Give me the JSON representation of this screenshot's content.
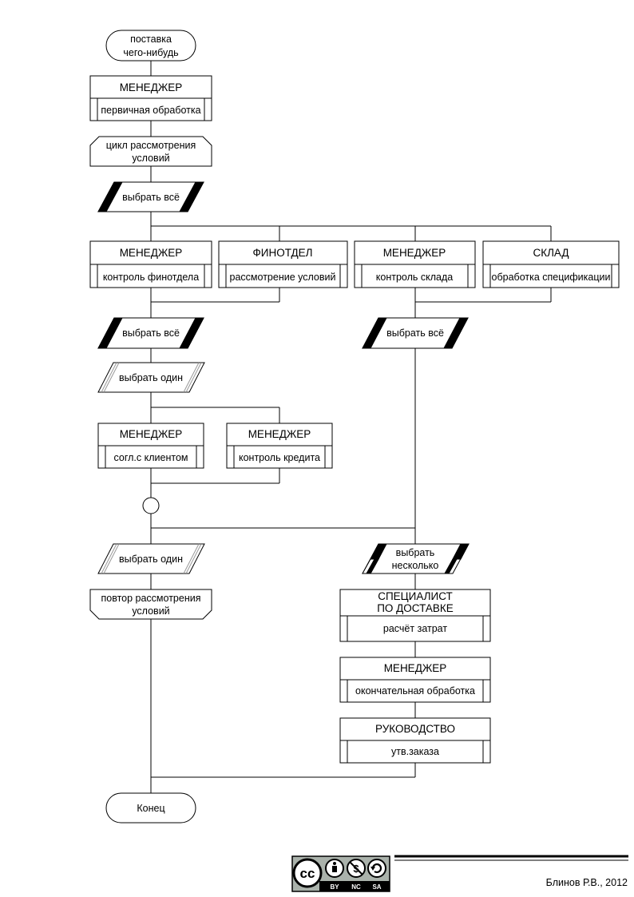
{
  "start": {
    "line1": "поставка",
    "line2": "чего-нибудь"
  },
  "block1": {
    "actor": "МЕНЕДЖЕР",
    "action": "первичная обработка"
  },
  "loop_start": {
    "line1": "цикл рассмотрения",
    "line2": "условий"
  },
  "select_all_1": "выбрать всё",
  "parallel_blocks": [
    {
      "actor": "МЕНЕДЖЕР",
      "action": "контроль финотдела"
    },
    {
      "actor": "ФИНОТДЕЛ",
      "action": "рассмотрение условий"
    },
    {
      "actor": "МЕНЕДЖЕР",
      "action": "контроль склада"
    },
    {
      "actor": "СКЛАД",
      "action": "обработка спецификации"
    }
  ],
  "select_all_2": "выбрать всё",
  "select_all_3": "выбрать всё",
  "select_one_1": "выбрать один",
  "choice_blocks": [
    {
      "actor": "МЕНЕДЖЕР",
      "action": "согл.с клиентом"
    },
    {
      "actor": "МЕНЕДЖЕР",
      "action": "контроль кредита"
    }
  ],
  "select_one_2": "выбрать один",
  "select_several": {
    "line1": "выбрать",
    "line2": "несколько"
  },
  "loop_end": {
    "line1": "повтор рассмотрения",
    "line2": "условий"
  },
  "delivery_block": {
    "actor_line1": "СПЕЦИАЛИСТ",
    "actor_line2": "ПО ДОСТАВКЕ",
    "action": "расчёт затрат"
  },
  "final_block": {
    "actor": "МЕНЕДЖЕР",
    "action": "окончательная обработка"
  },
  "approve_block": {
    "actor": "РУКОВОДСТВО",
    "action": "утв.заказа"
  },
  "end": "Конец",
  "license": {
    "cc": "cc",
    "by": "BY",
    "nc": "NC",
    "sa": "SA"
  },
  "author": "Блинов Р.В., 2012"
}
